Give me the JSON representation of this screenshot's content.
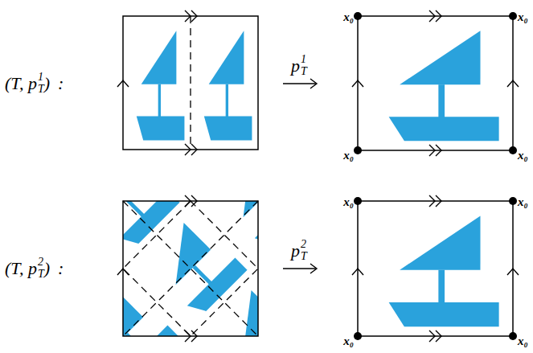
{
  "diagram": {
    "labels": [
      "(T, p",
      "1",
      "T",
      ")",
      ":",
      "p",
      "1",
      "T",
      "x₀",
      "x₀",
      "x₀",
      "x₀",
      "(T, p",
      "2",
      "T",
      ")",
      ":",
      "p",
      "2",
      "T",
      "x₀",
      "x₀",
      "x₀",
      "x₀"
    ]
  }
}
